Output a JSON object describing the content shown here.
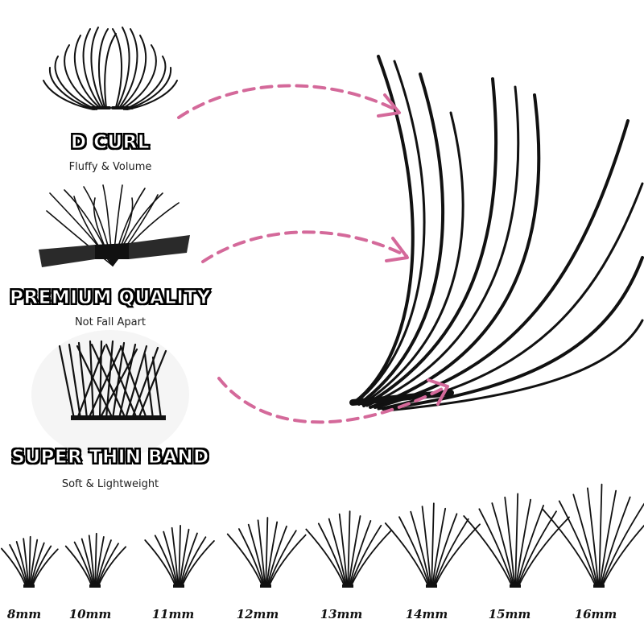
{
  "features": [
    {
      "title": "D CURL",
      "subtitle": "Fluffy & Volume",
      "icon": "d-curl-lash-image"
    },
    {
      "title": "PREMIUM QUALITY",
      "subtitle": "Not Fall Apart",
      "icon": "tweezers-lash-image"
    },
    {
      "title": "SUPER THIN BAND",
      "subtitle": "Soft & Lightweight",
      "icon": "thin-band-closeup-image"
    }
  ],
  "lengths": [
    "8mm",
    "10mm",
    "11mm",
    "12mm",
    "13mm",
    "14mm",
    "15mm",
    "16mm"
  ],
  "colors": {
    "arrow": "#d4699a",
    "lash": "#111111",
    "tweezer": "#2a2a2a"
  }
}
